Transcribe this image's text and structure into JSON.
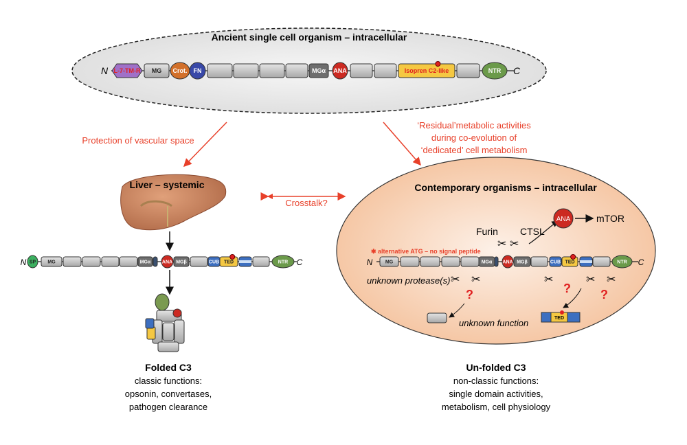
{
  "top": {
    "title": "Ancient single cell organism – intracellular",
    "n": "N",
    "c": "C",
    "domains": [
      "L-7-TM-R",
      "MG",
      "Crot.",
      "FN",
      "",
      "",
      "",
      "",
      "MGα",
      "ANA",
      "",
      "",
      "Isopren C2-like",
      "",
      "NTR"
    ]
  },
  "arrows": {
    "left_label": "Protection of vascular space",
    "right_label": [
      "‘Residual’metabolic activities",
      "during co-evolution of",
      "‘dedicated’ cell metabolism"
    ],
    "crosstalk": "Crosstalk?"
  },
  "left": {
    "title": "Liver – systemic",
    "n": "N",
    "c": "C",
    "domains": [
      "SP",
      "MG",
      "",
      "",
      "",
      "",
      "MGα",
      "",
      "ANA",
      "MGβ",
      "",
      "CUB",
      "TED",
      "",
      "",
      "NTR"
    ],
    "caption_title": "Folded C3",
    "caption_lines": [
      "classic functions:",
      "opsonin, convertases,",
      "pathogen clearance"
    ]
  },
  "right": {
    "title": "Contemporary organisms – intracellular",
    "n": "N",
    "c": "C",
    "note": "alternative ATG – no signal peptide",
    "domains": [
      "MG",
      "",
      "",
      "",
      "",
      "MGα",
      "",
      "ANA",
      "MGβ",
      "",
      "CUB",
      "TED",
      "",
      "",
      "NTR"
    ],
    "furin": "Furin",
    "ctsl": "CTSL",
    "ana": "ANA",
    "mtor": "mTOR",
    "protease": "unknown protease(s)",
    "question": "?",
    "unknown_function": "unknown function",
    "ted": "TED",
    "caption_title": "Un-folded C3",
    "caption_lines": [
      "non-classic functions:",
      "single domain activities,",
      "metabolism, cell physiology"
    ]
  },
  "colors": {
    "accent_red": "#e8402a",
    "grey": "#c8c8c8",
    "dark_grey": "#6e6e6e",
    "ana": "#cc2a22",
    "blue": "#3d6fc0",
    "yellow": "#f5c842",
    "green": "#6b9a4a",
    "purple": "#a070c8",
    "orange": "#d2702a",
    "fn_blue": "#3848a8",
    "sp_green": "#3cb060"
  }
}
